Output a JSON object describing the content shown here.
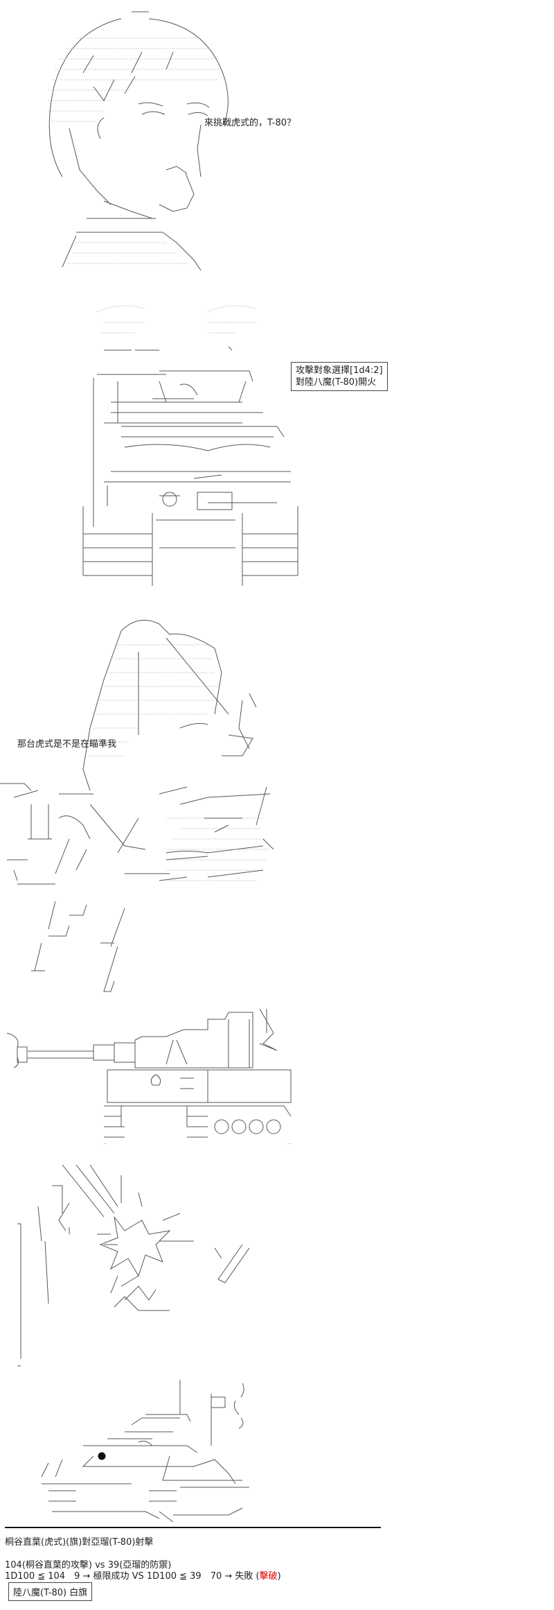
{
  "panel1": {
    "speech": "來挑戰虎式的，T-80？"
  },
  "panel2": {
    "box_line1": "攻擊對象選擇[1d4:2]",
    "box_line2": "對陸八魔(T-80)開火"
  },
  "panel3": {
    "speech": "那台虎式是不是在瞄準我"
  },
  "result": {
    "title": "桐谷直葉(虎式)(旗)對亞瑠(T-80)射擊",
    "versus": "104(桐谷直葉的攻擊) vs 39(亞瑠的防禦)",
    "roll_prefix": "1D100 ≦ 104　9 → 極限成功 VS 1D100 ≦ 39　70 → 失敗 (",
    "roll_highlight": "擊破",
    "roll_suffix": ")",
    "highlight_color": "#e00000",
    "flag_box": "陸八魔(T-80) 白旗"
  }
}
